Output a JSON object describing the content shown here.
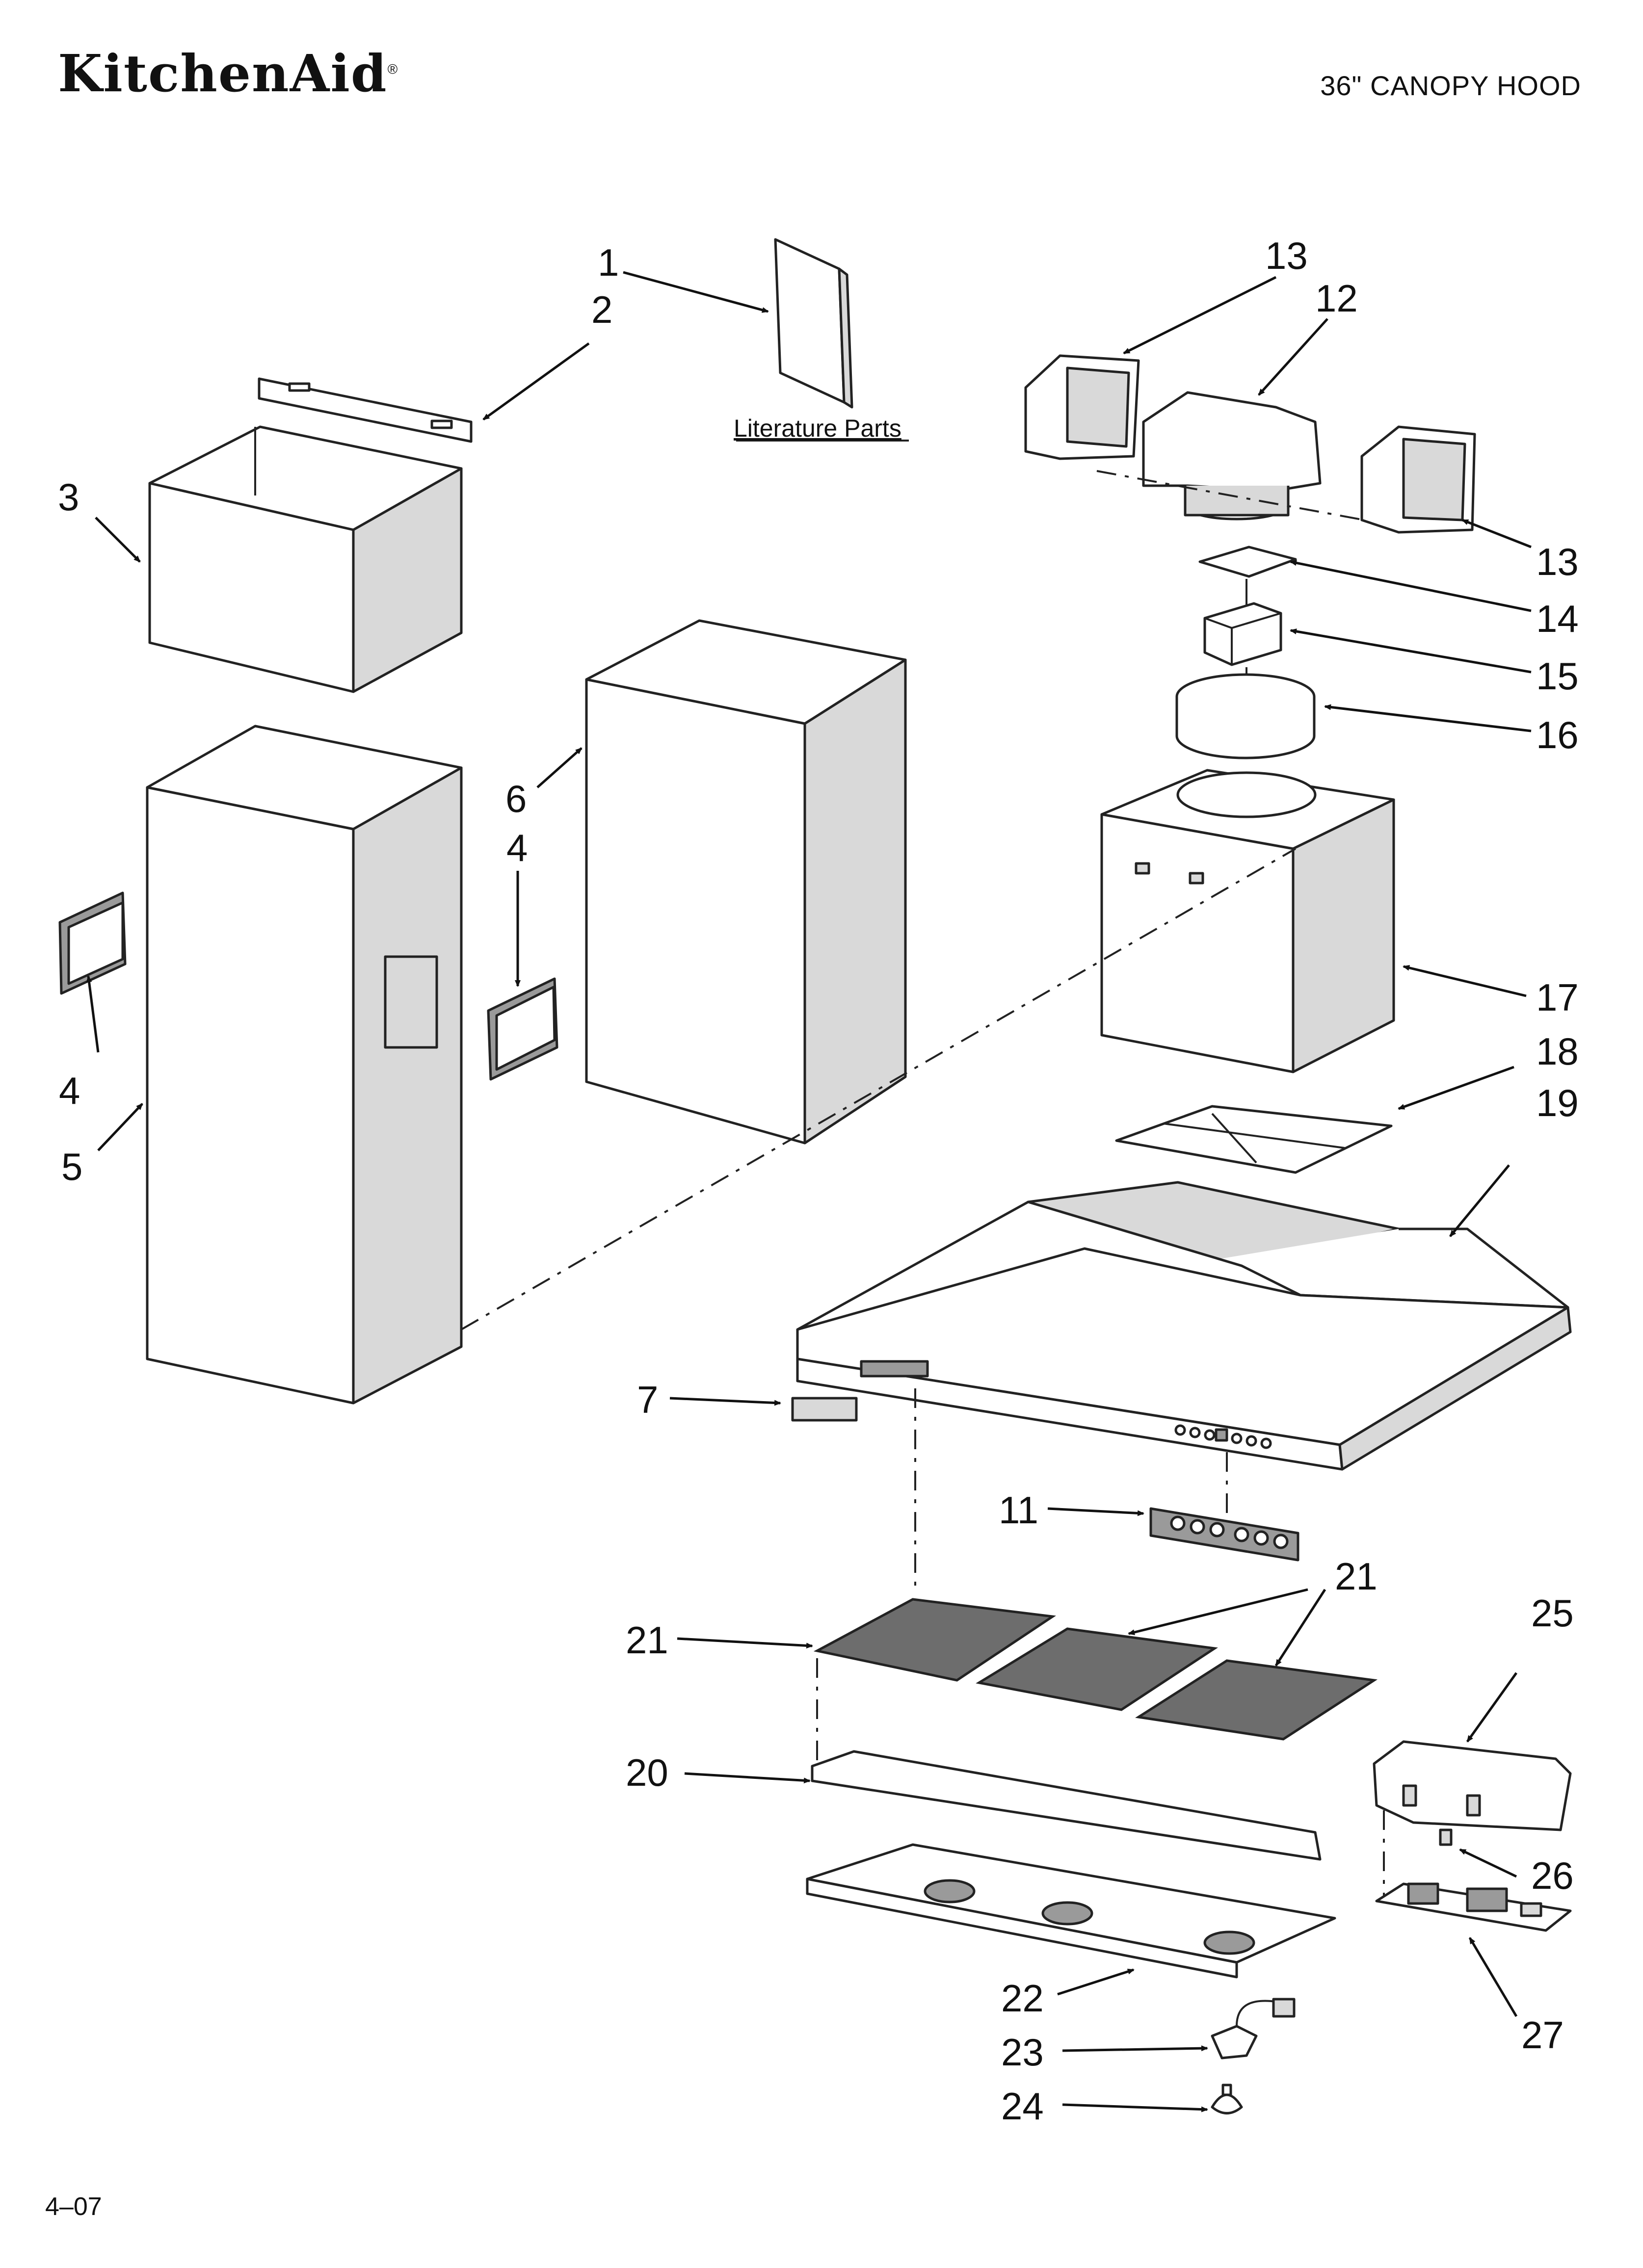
{
  "header": {
    "brand": "KitchenAid",
    "brand_mark": "®",
    "model_title": "36\" CANOPY HOOD"
  },
  "diagram": {
    "literature_label": "Literature Parts",
    "callouts": [
      "1",
      "2",
      "3",
      "4",
      "4",
      "5",
      "6",
      "7",
      "11",
      "12",
      "13",
      "13",
      "14",
      "15",
      "16",
      "17",
      "18",
      "19",
      "20",
      "21",
      "21",
      "22",
      "23",
      "24",
      "25",
      "26",
      "27"
    ]
  },
  "footer": {
    "revision": "4–07"
  }
}
